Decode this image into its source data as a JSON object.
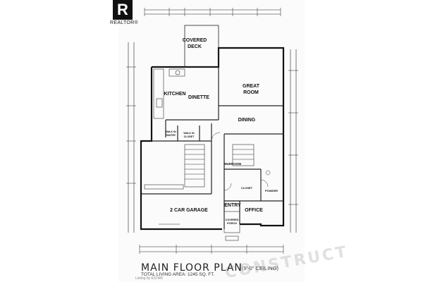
{
  "logo": {
    "mark": "R",
    "label": "REALTOR®"
  },
  "plan": {
    "title": "MAIN FLOOR PLAN",
    "ceiling_note": "(9'-0\" CEILING)",
    "living_area": "TOTAL LIVING AREA: 1245 SQ. FT.",
    "watermark": "CONSTRUCT",
    "credit": "Listing by ESTAR",
    "rooms": {
      "covered_deck_1": "COVERED",
      "covered_deck_2": "DECK",
      "kitchen": "KITCHEN",
      "dinette": "DINETTE",
      "great_room_1": "GREAT",
      "great_room_2": "ROOM",
      "dining": "DINING",
      "mudroom": "MUDROOM",
      "walk_in_pantry_1": "WALK IN",
      "walk_in_pantry_2": "PANTRY",
      "walk_in_closet_1": "WALK IN",
      "walk_in_closet_2": "CLOSET",
      "closet": "CLOSET",
      "powder": "POWDER",
      "entry": "ENTRY",
      "office": "OFFICE",
      "garage": "2 CAR GARAGE",
      "covered_porch_1": "COVERED",
      "covered_porch_2": "PORCH"
    }
  },
  "colors": {
    "line": "#222222",
    "shade": "#cfcfcf"
  }
}
